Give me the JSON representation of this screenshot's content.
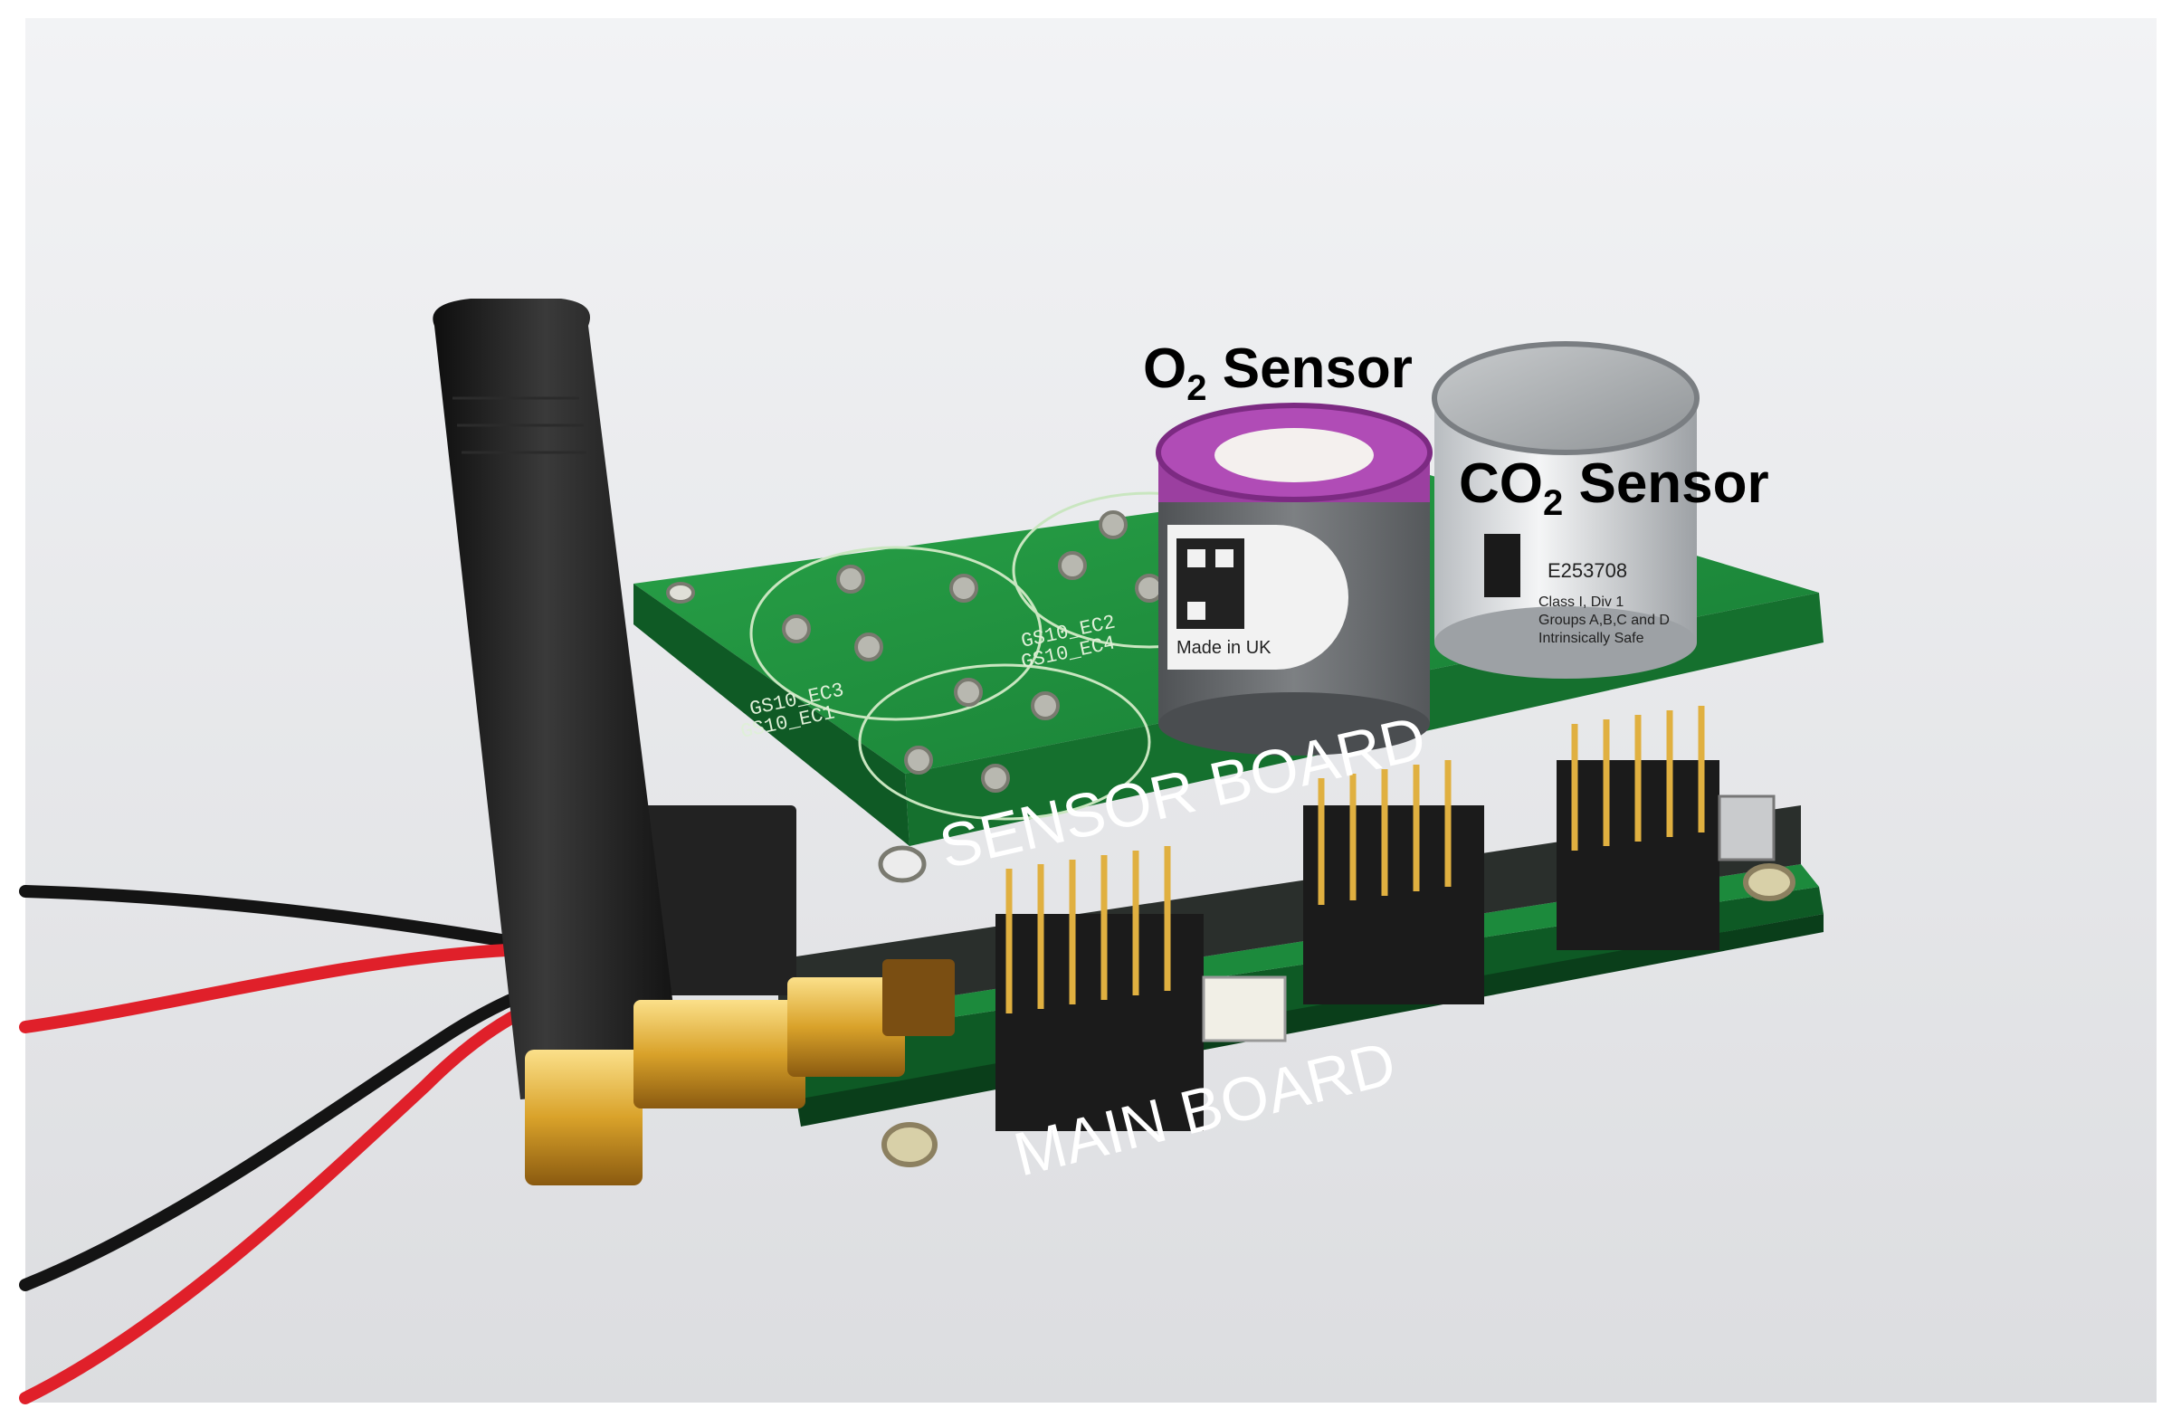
{
  "labels": {
    "o2_prefix": "O",
    "o2_sub": "2",
    "o2_suffix": " Sensor",
    "co2_prefix": "CO",
    "co2_sub": "2",
    "co2_suffix": " Sensor",
    "sensor_board": "SENSOR BOARD",
    "main_board": "MAIN BOARD"
  },
  "pcb_silkscreen": {
    "ec3": "GS10_EC3",
    "ec1": "GS10_EC1",
    "ec2": "GS10_EC2",
    "ec4": "GS10_EC4"
  },
  "co2_sensor_label": {
    "serial": "E253708",
    "line1": "Class I, Div 1",
    "line2": "Groups A,B,C and D",
    "line3": "Intrinsically Safe"
  },
  "o2_sensor_label": {
    "made_in": "Made in UK"
  },
  "colors": {
    "pcb_green": "#1c8a3c",
    "o2_cap_purple": "#9b3fa0",
    "antenna_black": "#1a1a1a",
    "connector_gold": "#d9a22a",
    "wire_red": "#e0202a"
  }
}
